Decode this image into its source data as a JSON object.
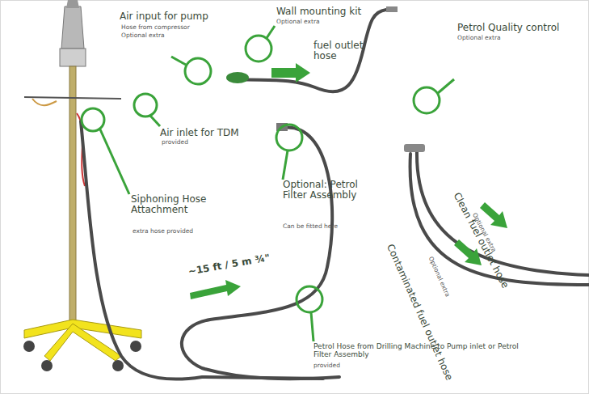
{
  "diagram": {
    "labels": [
      "Air input for pump",
      "Hose from compressor",
      "Optional extra",
      "Wall mounting kit",
      "Optional extra",
      "Petrol Quality control",
      "Optional extra",
      "fuel outlet hose",
      "Air inlet for TDM",
      "provided",
      "Siphoning Hose Attachment",
      "extra hose provided",
      "Optional: Petrol Filter Assembly",
      "Can be fitted here",
      "~15 ft / 5 m ¾\"",
      "Petrol Hose from Drilling Machine to Pump inlet or Petrol Filter Assembly",
      "provided",
      "Clean fuel outlet hose",
      "Optional extra",
      "Contaminated fuel outlet hose",
      "Optional extra"
    ]
  }
}
